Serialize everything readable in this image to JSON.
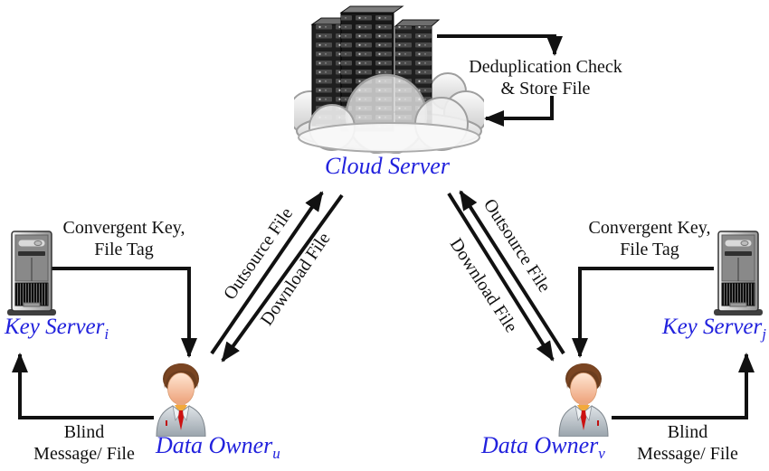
{
  "colors": {
    "accent_blue": "#2222dd",
    "text_black": "#111111",
    "background": "#ffffff"
  },
  "icons": {
    "cloud_server_icon": "cloud-with-server-racks",
    "key_server_icon": "tower-server",
    "data_owner_icon": "businessman-person"
  },
  "nodes": {
    "cloud_server": {
      "label": "Cloud Server"
    },
    "key_server_left": {
      "label": "Key Server",
      "sub": "i"
    },
    "key_server_right": {
      "label": "Key Server",
      "sub": "j"
    },
    "data_owner_left": {
      "label": "Data Owner",
      "sub": "u"
    },
    "data_owner_right": {
      "label": "Data Owner",
      "sub": "v"
    }
  },
  "annotations": {
    "dedup": {
      "line1": "Deduplication Check",
      "line2": "& Store File"
    },
    "convergent_left": {
      "line1": "Convergent Key,",
      "line2": "File Tag"
    },
    "convergent_right": {
      "line1": "Convergent Key,",
      "line2": "File Tag"
    },
    "blind_left": {
      "line1": "Blind",
      "line2": "Message/ File"
    },
    "blind_right": {
      "line1": "Blind",
      "line2": "Message/ File"
    },
    "outsource_left": {
      "label": "Outsource File"
    },
    "download_left": {
      "label": "Download File"
    },
    "outsource_right": {
      "label": "Outsource File"
    },
    "download_right": {
      "label": "Download File"
    }
  }
}
